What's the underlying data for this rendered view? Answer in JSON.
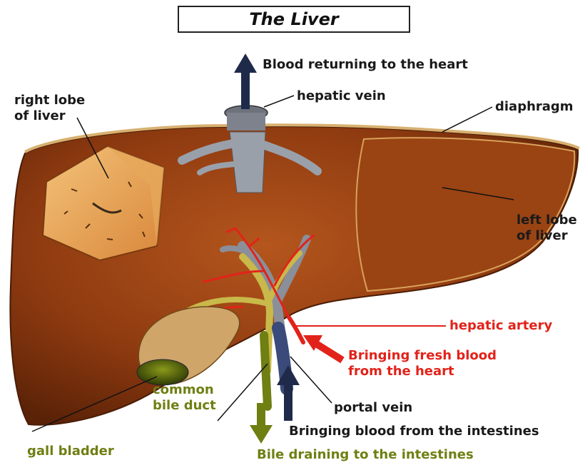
{
  "title": "The Liver",
  "labels": {
    "blood_returning": "Blood returning to the heart",
    "hepatic_vein": "hepatic vein",
    "diaphragm": "diaphragm",
    "right_lobe": "right lobe\nof liver",
    "left_lobe": "left lobe\nof liver",
    "hepatic_artery": "hepatic artery",
    "fresh_blood": "Bringing fresh blood\nfrom the heart",
    "common_bile_duct": "common\nbile duct",
    "portal_vein": "portal vein",
    "blood_from_intestines": "Bringing blood from the intestines",
    "gall_bladder": "gall bladder",
    "bile_draining": "Bile draining to the intestines"
  },
  "colors": {
    "liver": "#8e3a10",
    "cross_section": "#e9a14e",
    "hepatic_artery": "#e2231a",
    "bile": "#6f7f12",
    "vein": "#8a8f99"
  }
}
